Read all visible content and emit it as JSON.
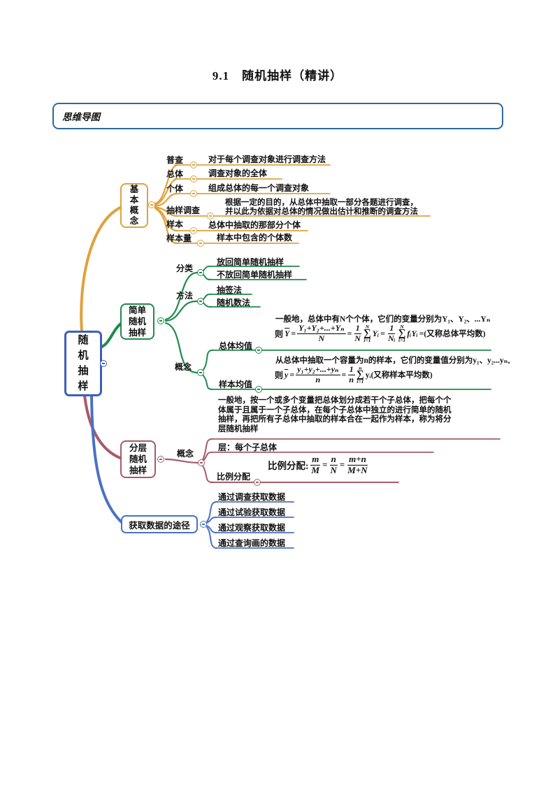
{
  "page": {
    "title": "9.1　随机抽样（精讲）",
    "section_label": "思维导图"
  },
  "sym": {
    "eq": "="
  },
  "colors": {
    "orange": "#dfa23c",
    "green": "#1f8a4c",
    "pink": "#a85a68",
    "blue": "#4a71c6",
    "root_border": "#3d5ebe",
    "section_border": "#2c6aa0",
    "prop_line": "#9c4450"
  },
  "root": {
    "label": "随机抽样"
  },
  "basic": {
    "label": "基本概念",
    "items": [
      {
        "label": "普查",
        "desc": "对于每个调查对象进行调查方法"
      },
      {
        "label": "总体",
        "desc": "调查对象的全体"
      },
      {
        "label": "个体",
        "desc": "组成总体的每一个调查对象"
      },
      {
        "label": "抽样调查",
        "desc1": "根据一定的目的，从总体中抽取一部分各题进行调查，",
        "desc2": "并以此为依据对总体的情况做出估计和推断的调查方法"
      },
      {
        "label": "样本",
        "desc": "总体中抽取的那部分个体"
      },
      {
        "label": "样本量",
        "desc": "样本中包含的个体数"
      }
    ]
  },
  "simple": {
    "label": "简单随机抽样",
    "category": {
      "label": "分类",
      "items": [
        "放回简单随机抽样",
        "不放回简单随机抽样"
      ]
    },
    "method": {
      "label": "方法",
      "items": [
        "抽签法",
        "随机数法"
      ]
    },
    "concept": {
      "label": "概念"
    },
    "population_mean": {
      "label": "总体均值",
      "intro": "一般地，总体中有N个个体，它们的变量分别为Y₁、Y₂、...Yₙ",
      "then": "则",
      "ybar": "Y",
      "frac1_num": "Y₁+Y₂+...+Yₙ",
      "frac1_den": "N",
      "frac2_num": "1",
      "frac2_den": "N",
      "sum1_top": "N",
      "sum1_sym": "∑",
      "sum1_bot": "i=1",
      "term1": "Yᵢ",
      "frac3_num": "1",
      "frac3_den": "Nᵢ",
      "sum2_top": "N",
      "sum2_sym": "∑",
      "sum2_bot": "i=1",
      "term2": "fᵢYᵢ",
      "tail": "=(又称总体平均数)"
    },
    "sample_mean": {
      "label": "样本均值",
      "intro": "从总体中抽取一个容量为n的样本，它们的变量值分别为y₁、y₂...yₙ,",
      "then": "则",
      "ybar": "y",
      "frac1_num": "y₁+y₂+...+yₙ",
      "frac1_den": "n",
      "frac2_num": "1",
      "frac2_den": "n",
      "sum_top": "n",
      "sum_sym": "∑",
      "sum_bot": "i=1",
      "tail": "yᵢ(又称样本平均数)"
    }
  },
  "stratified": {
    "label": "分层随机抽样",
    "concept": {
      "label": "概念"
    },
    "para_lines": [
      "一般地，按一个或多个变量把总体划分成若干个子总体，把每个个",
      "体属于且属于一个子总体，在每个子总体中独立的进行简单的随机",
      "抽样，再把所有子总体中抽取的样本合在一起作为样本，称为将分",
      "层随机抽样"
    ],
    "layer": "层：每个子总体",
    "proportional": {
      "label": "比例分配",
      "prefix": "比例分配:",
      "f1_num": "m",
      "f1_den": "M",
      "f2_num": "n",
      "f2_den": "N",
      "f3_num": "m+n",
      "f3_den": "M+N"
    }
  },
  "data_paths": {
    "label": "获取数据的途径",
    "items": [
      "通过调查获取数据",
      "通过试验获取数据",
      "通过观察获取数据",
      "通过查询画的数据"
    ]
  }
}
